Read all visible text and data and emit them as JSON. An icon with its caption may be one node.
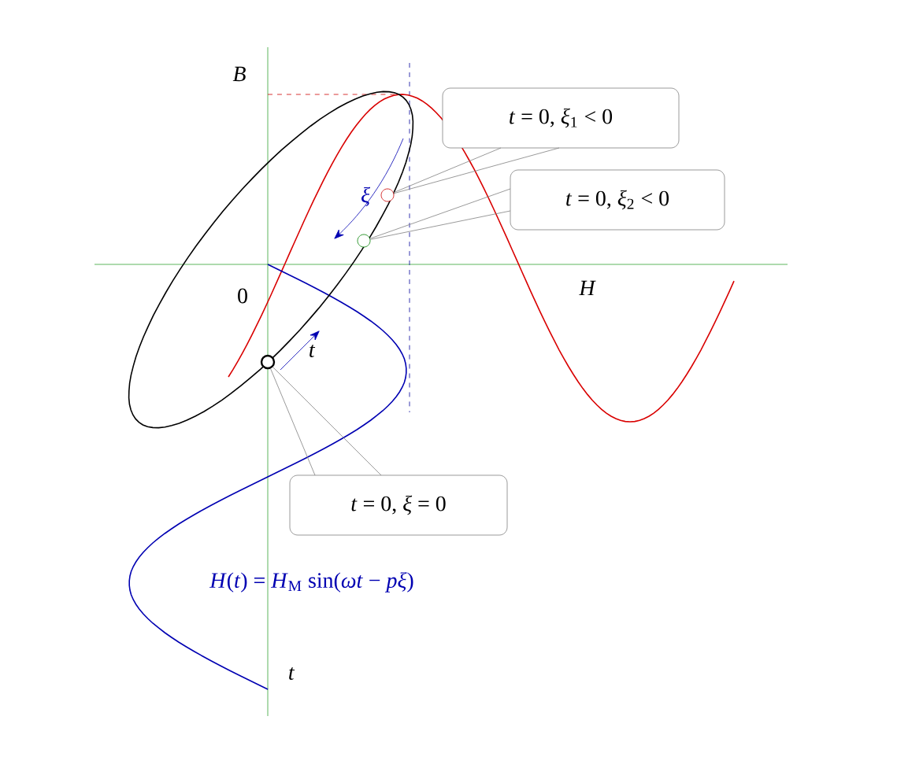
{
  "diagram": {
    "nodes": [
      {
        "text": [
          "*t* = 0, *ξ*$_{1}$ < 0"
        ]
      },
      {
        "text": [
          "*t* = 0, *ξ*$_{2}$ < 0"
        ]
      },
      {
        "text": [
          "*t* = 0, *ξ* = 0"
        ]
      },
      {
        "text": [],
        "shape": "circle"
      },
      {
        "text": [],
        "shape": "circle"
      },
      {
        "text": [],
        "shape": "circle"
      }
    ],
    "edges": [
      {
        "from": 0,
        "to": 3,
        "arrow": "none"
      },
      {
        "from": 1,
        "to": 4,
        "arrow": "none"
      },
      {
        "from": 2,
        "to": 5,
        "arrow": "none"
      }
    ],
    "labels": [
      "*B*",
      "*ξ*",
      "0",
      "*H*",
      "*t*",
      "*H*(*t*) = *H*$_{M}$ sin(*ωt* − *pξ*)",
      "*t*"
    ]
  }
}
